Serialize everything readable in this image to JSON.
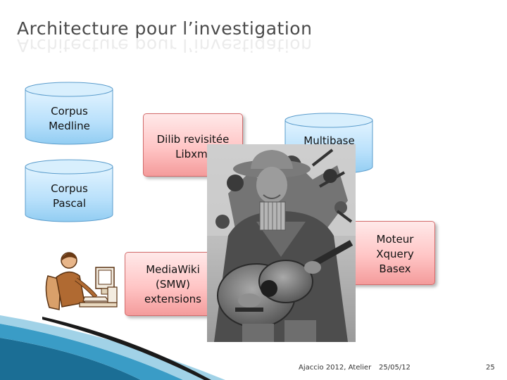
{
  "slide": {
    "title": "Architecture pour l’investigation",
    "cylinders": [
      {
        "line1": "Corpus",
        "line2": "Medline"
      },
      {
        "line1": "Corpus",
        "line2": "Pascal"
      },
      {
        "line1": "Multibase",
        "line2": ""
      }
    ],
    "boxes": [
      {
        "line1": "Dilib revisitée",
        "line2": "Libxml"
      },
      {
        "line1": "Moteur",
        "line2": "Xquery",
        "line3": "Basex"
      },
      {
        "line1": "MediaWiki",
        "line2": "(SMW)",
        "line3": "extensions"
      }
    ],
    "icons": {
      "photo": "street-musician-photo",
      "clipart": "person-at-computer-icon"
    },
    "colors": {
      "cylinder": "#bfe3fb",
      "box": "#ffc5c5",
      "wave": "#2f8ab3"
    }
  },
  "footer": {
    "event": "Ajaccio 2012, Atelier",
    "date": "25/05/12",
    "page": "25"
  }
}
